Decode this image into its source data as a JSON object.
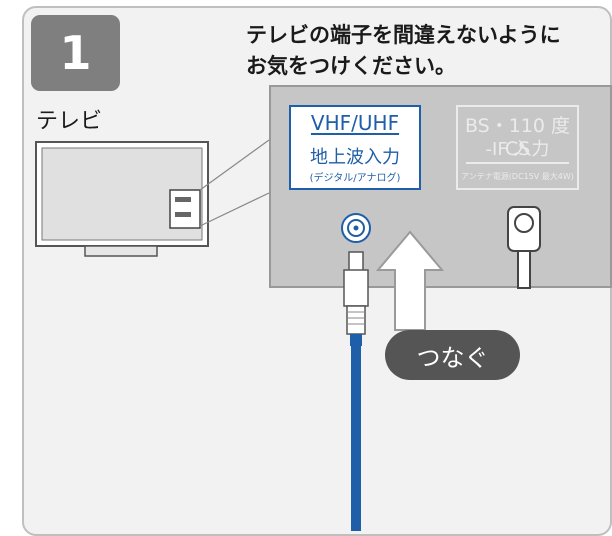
{
  "step": {
    "number": "1"
  },
  "heading": {
    "line1": "テレビの端子を間違えないように",
    "line2": "お気をつけください。"
  },
  "tv": {
    "label": "テレビ"
  },
  "ports": {
    "vhf": {
      "title": "VHF/UHF",
      "subtitle": "地上波入力",
      "note": "(デジタル/アナログ)"
    },
    "bs": {
      "title": "BS・110 度 CS",
      "subtitle": "-IF 入力",
      "note": "アンテナ電源(DC15V 最大4W)"
    }
  },
  "action": {
    "connect_label": "つなぐ"
  },
  "colors": {
    "cable": "#1f5ea8",
    "badge": "#7f7f7f",
    "panel": "#c6c6c6",
    "pill": "#555555"
  }
}
